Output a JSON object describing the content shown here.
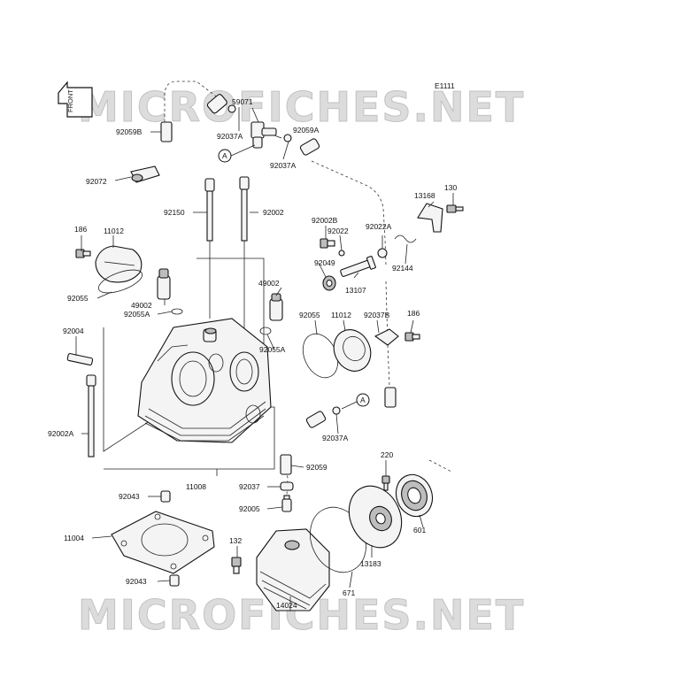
{
  "diagram_code": "E1111",
  "front_label": "FRONT",
  "watermark": "MICROFICHES.NET",
  "ref_marker": "A",
  "parts": {
    "p92059B": "92059B",
    "p59071": "59071",
    "p92037A_top": "92037A",
    "p92059A": "92059A",
    "p92037A_mid": "92037A",
    "p92072": "92072",
    "p92150": "92150",
    "p92002": "92002",
    "p13168": "13168",
    "p130": "130",
    "p92002B": "92002B",
    "p92022": "92022",
    "p92022A": "92022A",
    "p92144": "92144",
    "p92049": "92049",
    "p13107": "13107",
    "p186_left": "186",
    "p11012_left": "11012",
    "p92055_left": "92055",
    "p49002_mid": "49002",
    "p92055A_left": "92055A",
    "p49002_right": "49002",
    "p92055A_right": "92055A",
    "p92055_right": "92055",
    "p11012_right": "11012",
    "p92037B": "92037B",
    "p186_right": "186",
    "p92004": "92004",
    "p92002A": "92002A",
    "p92037A_low": "92037A",
    "p92059": "92059",
    "p11008": "11008",
    "p220": "220",
    "p92037": "92037",
    "p92043_top": "92043",
    "p92005": "92005",
    "p601": "601",
    "p11004": "11004",
    "p132": "132",
    "p13183": "13183",
    "p92043_bot": "92043",
    "p671": "671",
    "p14024": "14024"
  }
}
